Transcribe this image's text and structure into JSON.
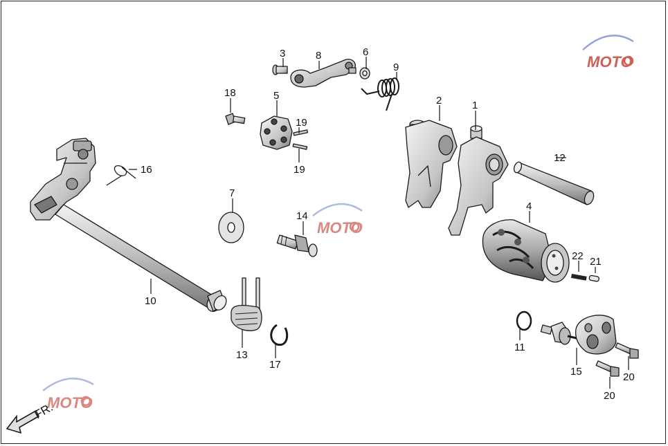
{
  "diagram": {
    "direction_label": "FR.",
    "watermark_text": "MOTO",
    "callouts": {
      "c1": "1",
      "c2": "2",
      "c3": "3",
      "c4": "4",
      "c5": "5",
      "c6": "6",
      "c7": "7",
      "c8": "8",
      "c9": "9",
      "c10": "10",
      "c11": "11",
      "c12": "12",
      "c13": "13",
      "c14": "14",
      "c15": "15",
      "c16": "16",
      "c17": "17",
      "c18": "18",
      "c19a": "19",
      "c19b": "19",
      "c20a": "20",
      "c20b": "20",
      "c21": "21",
      "c22": "22"
    },
    "colors": {
      "line": "#1a1a1a",
      "fill_light": "#e8e8e8",
      "fill_mid": "#bdbdbd",
      "fill_dark": "#555555",
      "watermark_red": "#c0392b",
      "watermark_blue": "#7a8ccc"
    }
  }
}
